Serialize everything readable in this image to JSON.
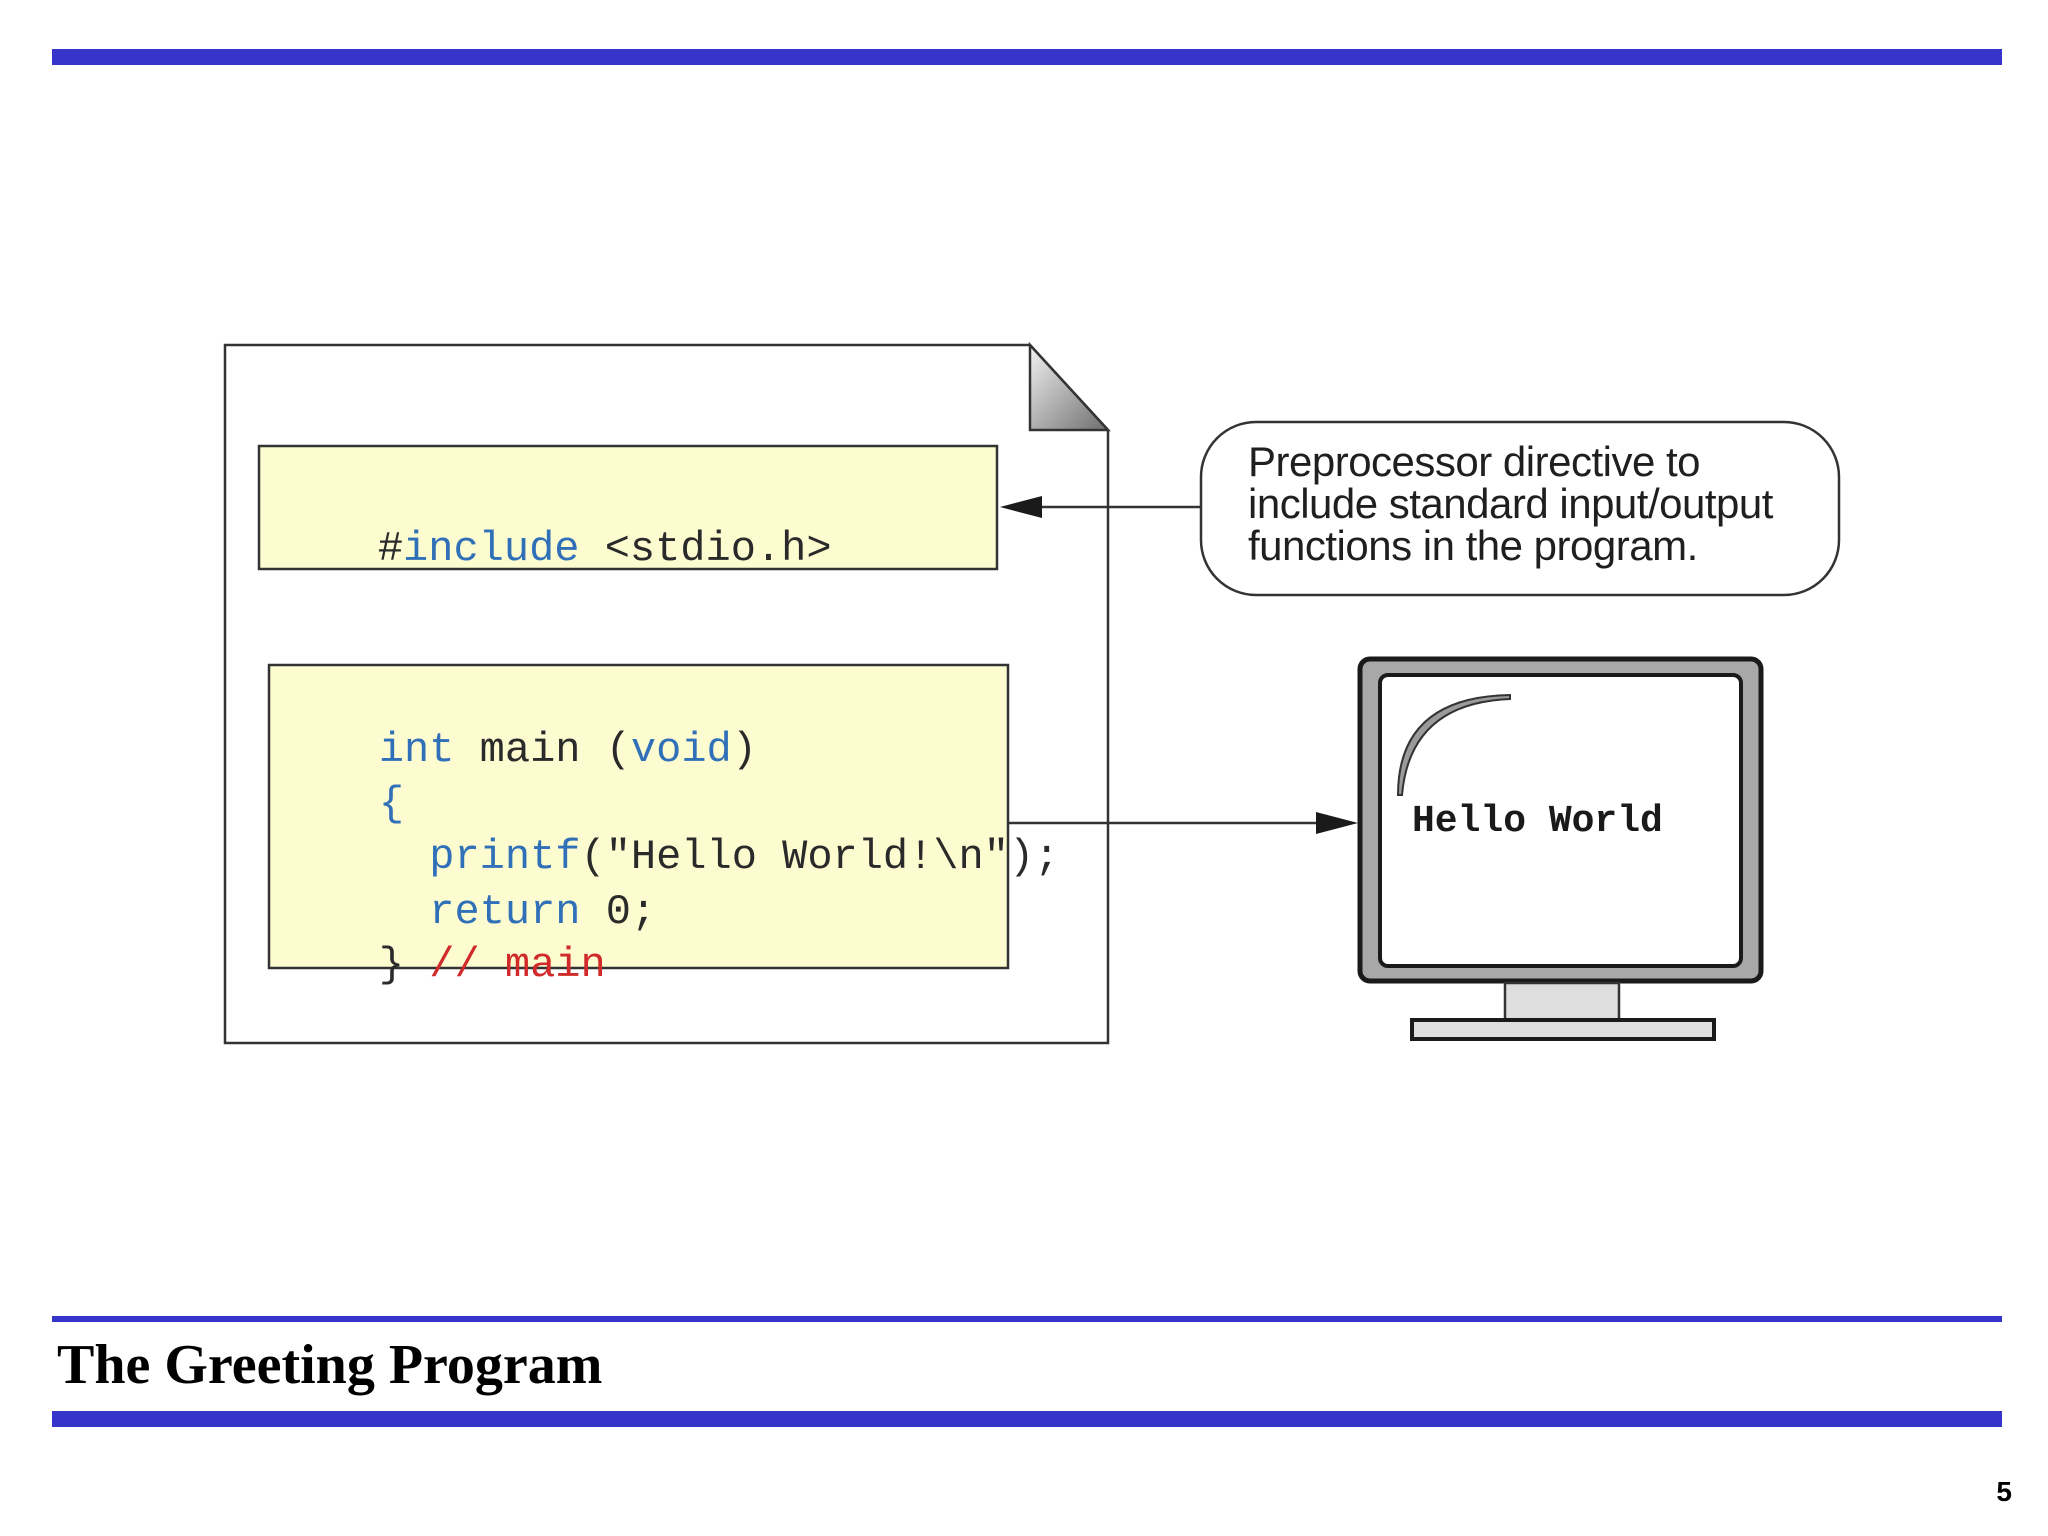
{
  "slide": {
    "title": "The Greeting Program",
    "page_number": "5"
  },
  "diagram": {
    "include_block": {
      "hash": "#",
      "directive": "include",
      "header": " <stdio.h>"
    },
    "main_block": {
      "line1": {
        "type": "int",
        "name": " main ",
        "open": "(",
        "param": "void",
        "close": ")"
      },
      "line2": {
        "brace": "{"
      },
      "line3": {
        "indent": "  ",
        "func": "printf",
        "args": "(\"Hello World!\\n\");"
      },
      "line4": {
        "indent": "  ",
        "keyword": "return",
        "value": " 0;"
      },
      "line5": {
        "brace": "} ",
        "comment": "// main"
      }
    },
    "callout": {
      "line1": "Preprocessor directive to",
      "line2": "include standard input/output",
      "line3": "functions in the program."
    },
    "monitor": {
      "output": "Hello World"
    }
  },
  "colors": {
    "accent_bar": "#3535c9",
    "code_keyword": "#2f70b8",
    "code_comment": "#d02a2a",
    "code_background": "#fdfcd0"
  }
}
